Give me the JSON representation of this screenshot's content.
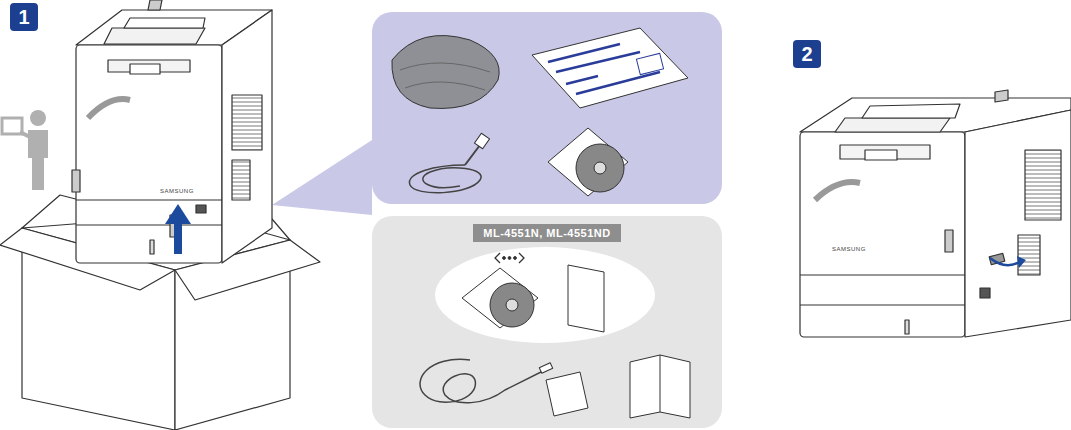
{
  "diagram": {
    "nodes": [
      {
        "text": [
          "1"
        ]
      },
      {
        "text": [
          "2"
        ]
      },
      {
        "text": [
          "ML-4551N, ML-4551ND"
        ]
      }
    ],
    "labels": [
      "SAMSUNG",
      "SAMSUNG"
    ]
  }
}
